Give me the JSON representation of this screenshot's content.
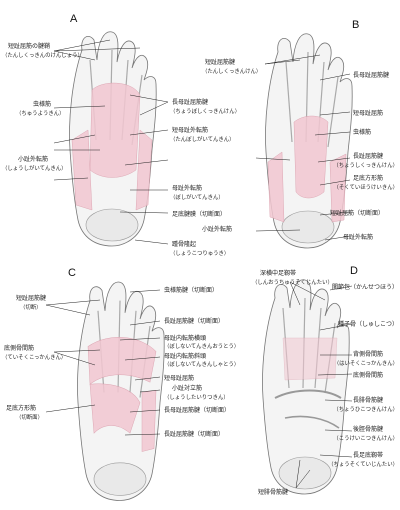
{
  "panels": [
    {
      "letter": "A",
      "labels": [
        "短趾屈筋の腱鞘",
        "（たんしくっきんのけんしょう）",
        "虫様筋",
        "（ちゅうようきん）",
        "小趾外転筋",
        "（しょうしがいてんきん）",
        "長母趾屈筋腱",
        "（ちょうぼしくっきんけん）",
        "短母趾外転筋",
        "（たんぼしがいてんきん）",
        "母趾外転筋",
        "（ぼしがいてんきん）",
        "足底腱膜（切断面）",
        "踵骨隆起",
        "（しょうこつりゅうき）"
      ]
    },
    {
      "letter": "B",
      "labels": [
        "短趾屈筋腱",
        "（たんしくっきんけん）",
        "長母趾屈筋腱",
        "短母趾屈筋",
        "虫様筋",
        "長趾屈筋腱",
        "（ちょうしくっきんけん）",
        "足底方形筋",
        "（そくていほうけいきん）",
        "小趾外転筋",
        "短趾屈筋（切断面）",
        "母趾外転筋"
      ]
    },
    {
      "letter": "C",
      "labels": [
        "短趾屈筋腱",
        "（切断）",
        "底側骨間筋",
        "（ていそくこっかんきん）",
        "虫様筋腱（切断面）",
        "長趾屈筋腱（切断面）",
        "母趾内転筋横頭",
        "（ぼしないてんきんおうとう）",
        "母趾内転筋斜頭",
        "（ぼしないてんきんしゃとう）",
        "短母趾屈筋",
        "小趾対立筋",
        "（しょうしたいりつきん）",
        "長母趾屈筋腱（切断面）",
        "足底方形筋",
        "（切断面）",
        "長趾屈筋腱（切断面）"
      ]
    },
    {
      "letter": "D",
      "labels": [
        "深横中足靱帯",
        "（しんおうちゅうそくじんたい）",
        "関節包（かんせつほう）",
        "種子骨（しゅしこつ）",
        "背側骨間筋",
        "（はいそくこっかんきん）",
        "底側骨間筋",
        "長腓骨筋腱",
        "（ちょうひこつきんけん）",
        "後脛骨筋腱",
        "（こうけいこつきんけん）",
        "長足底靱帯",
        "（ちょうそくていじんたい）",
        "短腓骨筋腱"
      ]
    }
  ]
}
